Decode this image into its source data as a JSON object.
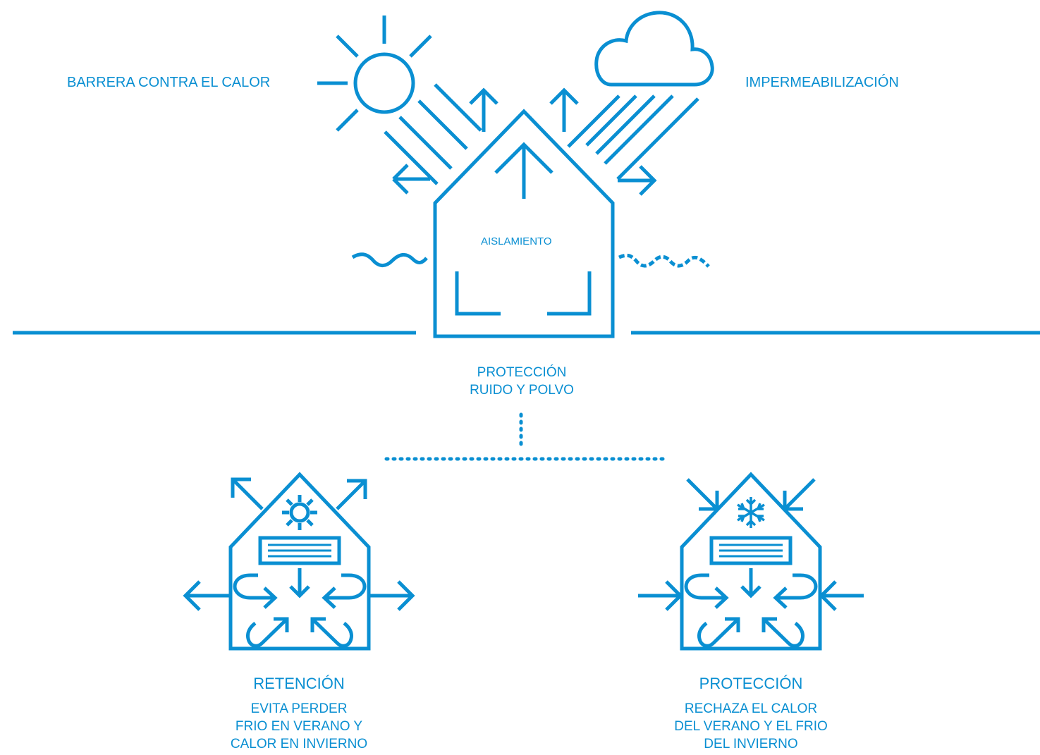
{
  "top": {
    "heat_label": "BARRERA CONTRA EL CALOR",
    "water_label": "IMPERMEABILIZACIÓN",
    "insulation_label": "AISLAMIENTO",
    "noise_lines": [
      "PROTECCIÓN",
      "RUIDO Y POLVO"
    ]
  },
  "retention": {
    "title": "RETENCIÓN",
    "lines": [
      "EVITA PERDER",
      "FRIO EN VERANO Y",
      "CALOR EN INVIERNO"
    ]
  },
  "protection": {
    "title": "PROTECCIÓN",
    "lines": [
      "RECHAZA EL CALOR",
      "DEL VERANO Y EL FRIO",
      "DEL INVIERNO"
    ]
  },
  "colors": {
    "accent": "#0a8fd2",
    "background": "#ffffff"
  },
  "icons": [
    "sun-icon",
    "cloud-icon",
    "rain-icon",
    "house-icon",
    "snowflake-icon",
    "ac-unit-icon",
    "wave-icon",
    "arrow-icon"
  ]
}
